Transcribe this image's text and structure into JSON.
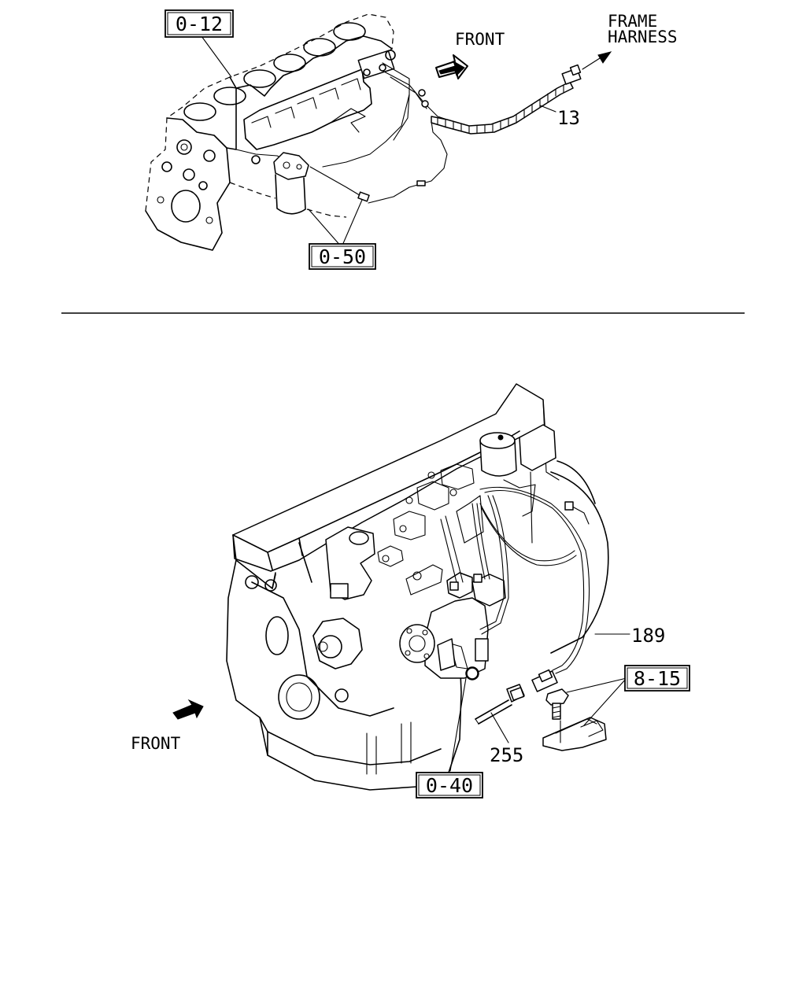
{
  "top_view": {
    "ref_engine_block": "0-12",
    "ref_filter": "0-50",
    "direction_label": "FRONT",
    "destination_label_line1": "FRAME",
    "destination_label_line2": "HARNESS",
    "harness_part_no": "13"
  },
  "bottom_view": {
    "harness_part_no": "189",
    "ref_bracket": "8-15",
    "sensor_part_no": "255",
    "ref_injection_pump": "0-40",
    "direction_label": "FRONT"
  }
}
